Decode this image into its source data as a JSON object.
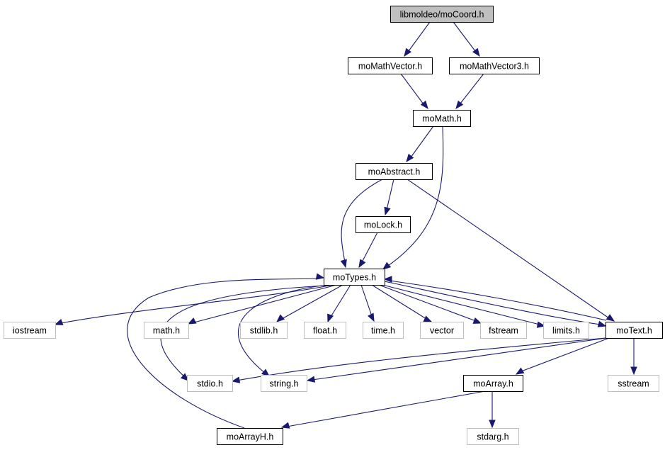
{
  "graph": {
    "nodes": [
      {
        "id": "mocoord",
        "label": "libmoldeo/moCoord.h",
        "style": "root"
      },
      {
        "id": "mathvector",
        "label": "moMathVector.h",
        "style": "internal"
      },
      {
        "id": "mathvector3",
        "label": "moMathVector3.h",
        "style": "internal"
      },
      {
        "id": "momath",
        "label": "moMath.h",
        "style": "internal"
      },
      {
        "id": "moabstract",
        "label": "moAbstract.h",
        "style": "internal"
      },
      {
        "id": "molock",
        "label": "moLock.h",
        "style": "internal"
      },
      {
        "id": "motypes",
        "label": "moTypes.h",
        "style": "internal"
      },
      {
        "id": "iostream",
        "label": "iostream",
        "style": "external"
      },
      {
        "id": "math",
        "label": "math.h",
        "style": "external"
      },
      {
        "id": "stdlib",
        "label": "stdlib.h",
        "style": "external"
      },
      {
        "id": "float",
        "label": "float.h",
        "style": "external"
      },
      {
        "id": "time",
        "label": "time.h",
        "style": "external"
      },
      {
        "id": "vector",
        "label": "vector",
        "style": "external"
      },
      {
        "id": "fstream",
        "label": "fstream",
        "style": "external"
      },
      {
        "id": "limits",
        "label": "limits.h",
        "style": "external"
      },
      {
        "id": "motext",
        "label": "moText.h",
        "style": "internal"
      },
      {
        "id": "stdio",
        "label": "stdio.h",
        "style": "external"
      },
      {
        "id": "string",
        "label": "string.h",
        "style": "external"
      },
      {
        "id": "moarray",
        "label": "moArray.h",
        "style": "internal"
      },
      {
        "id": "sstream",
        "label": "sstream",
        "style": "external"
      },
      {
        "id": "moarrayh",
        "label": "moArrayH.h",
        "style": "internal"
      },
      {
        "id": "stdarg",
        "label": "stdarg.h",
        "style": "external"
      }
    ],
    "edges": [
      {
        "from": "mocoord",
        "to": "mathvector"
      },
      {
        "from": "mocoord",
        "to": "mathvector3"
      },
      {
        "from": "mathvector",
        "to": "momath"
      },
      {
        "from": "mathvector3",
        "to": "momath"
      },
      {
        "from": "momath",
        "to": "moabstract"
      },
      {
        "from": "momath",
        "to": "motypes"
      },
      {
        "from": "moabstract",
        "to": "molock"
      },
      {
        "from": "moabstract",
        "to": "motypes"
      },
      {
        "from": "moabstract",
        "to": "motext"
      },
      {
        "from": "molock",
        "to": "motypes"
      },
      {
        "from": "motypes",
        "to": "iostream"
      },
      {
        "from": "motypes",
        "to": "math"
      },
      {
        "from": "motypes",
        "to": "stdlib"
      },
      {
        "from": "motypes",
        "to": "float"
      },
      {
        "from": "motypes",
        "to": "time"
      },
      {
        "from": "motypes",
        "to": "vector"
      },
      {
        "from": "motypes",
        "to": "fstream"
      },
      {
        "from": "motypes",
        "to": "limits"
      },
      {
        "from": "motypes",
        "to": "motext"
      },
      {
        "from": "motypes",
        "to": "stdio"
      },
      {
        "from": "motypes",
        "to": "string"
      },
      {
        "from": "motext",
        "to": "motypes"
      },
      {
        "from": "motext",
        "to": "stdio"
      },
      {
        "from": "motext",
        "to": "string"
      },
      {
        "from": "motext",
        "to": "moarray"
      },
      {
        "from": "motext",
        "to": "sstream"
      },
      {
        "from": "moarray",
        "to": "moarrayh"
      },
      {
        "from": "moarray",
        "to": "stdarg"
      },
      {
        "from": "moarrayh",
        "to": "motypes"
      }
    ]
  },
  "colors": {
    "root_fill": "#bfbfbf",
    "internal_fill": "#ffffff",
    "internal_stroke": "#000000",
    "external_fill": "#ffffff",
    "external_stroke": "#bfbfbf",
    "edge": "#191970"
  }
}
